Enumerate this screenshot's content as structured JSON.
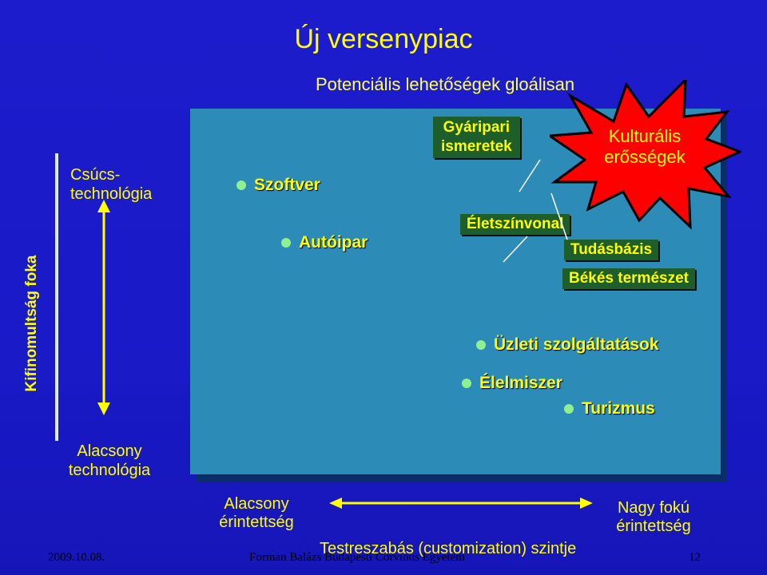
{
  "title": "Új versenypiac",
  "subtitle": "Potenciális lehetőségek gloálisan",
  "y_axis": {
    "title": "Kifinomultság foka",
    "top_label": "Csúcs-\ntechnológia",
    "bottom_label": "Alacsony\ntechnológia"
  },
  "x_axis": {
    "title": "Testreszabás (customization) szintje",
    "left_label": "Alacsony\nérintettség",
    "right_label": "Nagy fokú\nérintettség"
  },
  "items": {
    "szoftver": "Szoftver",
    "autoipar": "Autóipar",
    "gyaripari": "Gyáripari\nismeretek",
    "kulturalis": "Kulturális\nerősségek",
    "eletszinvonal": "Életszínvonal",
    "tudasbazis": "Tudásbázis",
    "bekes": "Békés természet",
    "uzleti": "Üzleti  szolgáltatások",
    "elelmiszer": "Élelmiszer",
    "turizmus": "Turizmus"
  },
  "footer": {
    "date": "2009.10.08.",
    "author": "Forman Balázs Budapesti Corvinus Egyetem",
    "page": "12"
  },
  "colors": {
    "background": "#1c1ccc",
    "panel": "#2d8bb8",
    "text": "#ffff00",
    "burst": "#ff0000",
    "box": "#1d5e2a"
  }
}
